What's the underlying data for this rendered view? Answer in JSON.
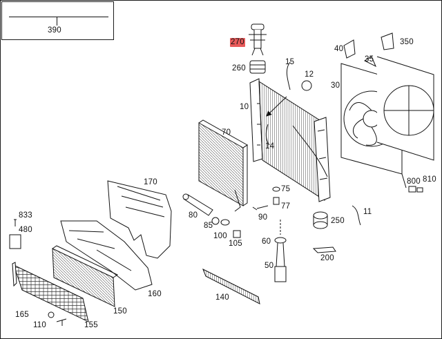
{
  "reference_box": {
    "value": "390"
  },
  "callouts": [
    {
      "key": "c270",
      "text": "270",
      "highlighted": true
    },
    {
      "key": "c260",
      "text": "260"
    },
    {
      "key": "c15",
      "text": "15"
    },
    {
      "key": "c12",
      "text": "12"
    },
    {
      "key": "c10",
      "text": "10"
    },
    {
      "key": "c70",
      "text": "70"
    },
    {
      "key": "c14",
      "text": "14"
    },
    {
      "key": "c40",
      "text": "40"
    },
    {
      "key": "c350",
      "text": "350"
    },
    {
      "key": "c35",
      "text": "35"
    },
    {
      "key": "c30",
      "text": "30"
    },
    {
      "key": "c170",
      "text": "170"
    },
    {
      "key": "c75",
      "text": "75"
    },
    {
      "key": "c77",
      "text": "77"
    },
    {
      "key": "c80",
      "text": "80"
    },
    {
      "key": "c90",
      "text": "90"
    },
    {
      "key": "c85",
      "text": "85"
    },
    {
      "key": "c100",
      "text": "100"
    },
    {
      "key": "c105",
      "text": "105"
    },
    {
      "key": "c800",
      "text": "800"
    },
    {
      "key": "c810",
      "text": "810"
    },
    {
      "key": "c11",
      "text": "11"
    },
    {
      "key": "c250",
      "text": "250"
    },
    {
      "key": "c833",
      "text": "833"
    },
    {
      "key": "c480",
      "text": "480"
    },
    {
      "key": "c60",
      "text": "60"
    },
    {
      "key": "c200",
      "text": "200"
    },
    {
      "key": "c50",
      "text": "50"
    },
    {
      "key": "c160",
      "text": "160"
    },
    {
      "key": "c140",
      "text": "140"
    },
    {
      "key": "c150",
      "text": "150"
    },
    {
      "key": "c165",
      "text": "165"
    },
    {
      "key": "c110",
      "text": "110"
    },
    {
      "key": "c155",
      "text": "155"
    }
  ],
  "colors": {
    "ink": "#111111",
    "highlight": "#e85a5a",
    "background": "#ffffff"
  }
}
